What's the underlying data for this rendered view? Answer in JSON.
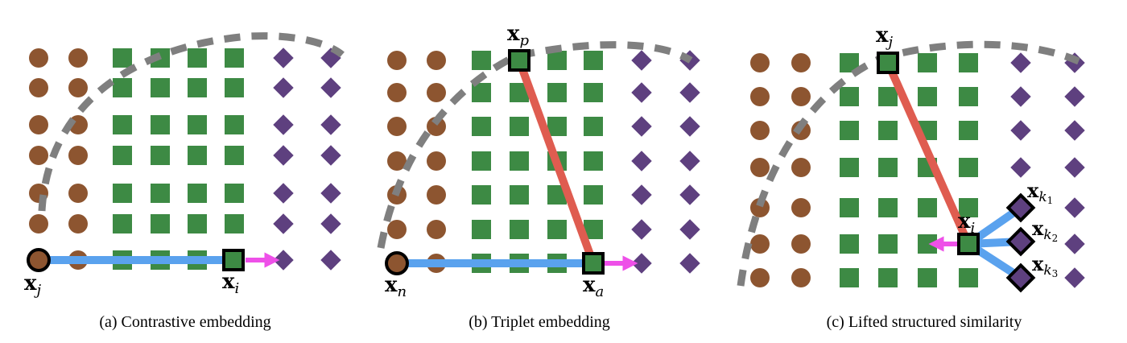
{
  "panels": [
    {
      "caption": "(a) Contrastive embedding",
      "labels": {
        "j": "x",
        "j_sub": "j",
        "i": "x",
        "i_sub": "i"
      }
    },
    {
      "caption": "(b) Triplet embedding",
      "labels": {
        "p": "x",
        "p_sub": "p",
        "n": "x",
        "n_sub": "n",
        "a": "x",
        "a_sub": "a"
      }
    },
    {
      "caption": "(c) Lifted structured similarity",
      "labels": {
        "j": "x",
        "j_sub": "j",
        "i": "x",
        "i_sub": "i",
        "k1": "x",
        "k1_sub": "k",
        "k1_idx": "1",
        "k2": "x",
        "k2_sub": "k",
        "k2_idx": "2",
        "k3": "x",
        "k3_sub": "k",
        "k3_idx": "3"
      }
    }
  ],
  "colors": {
    "circle": "#8d5530",
    "square": "#3d8a44",
    "diamond": "#5e407f",
    "boundary": "#7f7f7f",
    "negative_link": "#5aa2ee",
    "positive_link": "#df5c50",
    "gradient_arrow": "#ee50e8"
  }
}
